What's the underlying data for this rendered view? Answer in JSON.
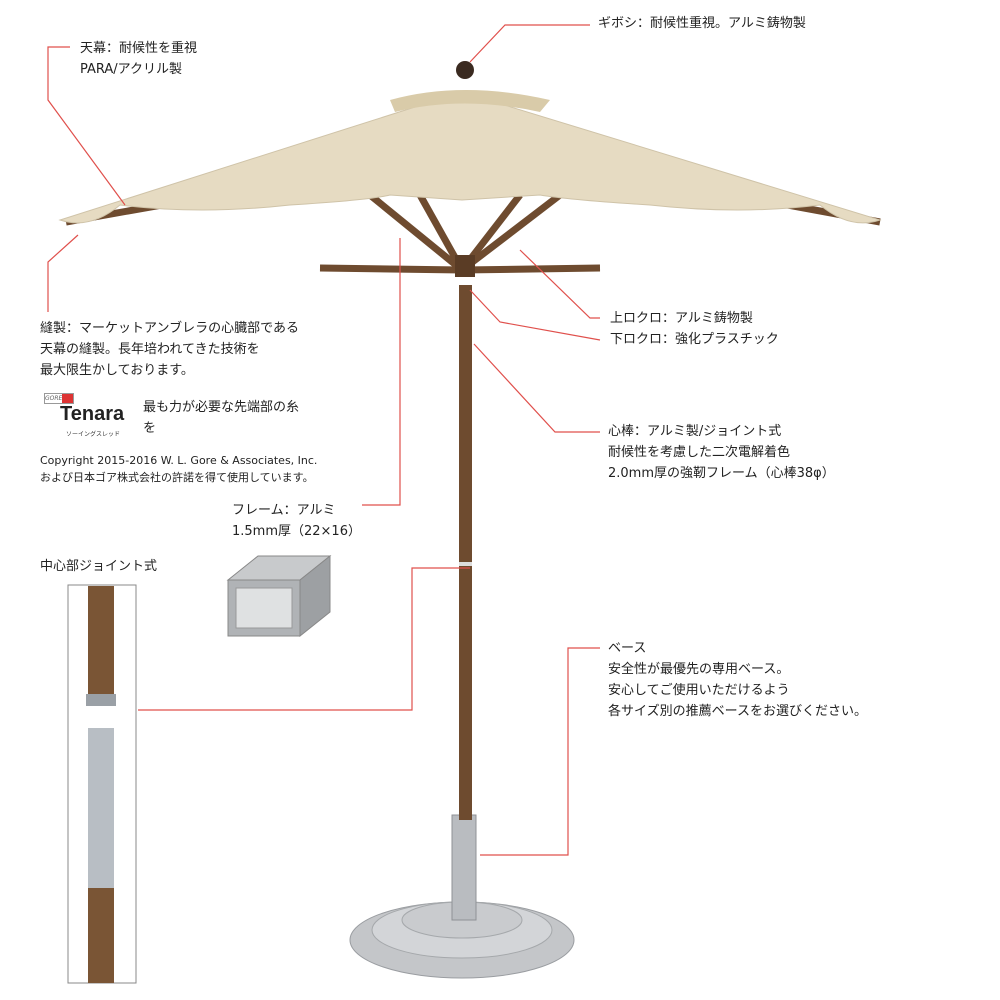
{
  "colors": {
    "leader": "#e0504c",
    "canopy": "#e6dbc2",
    "pole": "#6e4b2f",
    "base": "#c4c6c9"
  },
  "labels": {
    "canopy": [
      "天幕：耐候性を重視",
      "PARA/アクリル製"
    ],
    "finial": [
      "ギボシ：耐候性重視。アルミ鋳物製"
    ],
    "sewing": [
      "縫製：マーケットアンブレラの心臓部である",
      "天幕の縫製。長年培われてきた技術を",
      "最大限生かしております。"
    ],
    "tenara_text": [
      "最も力が必要な先端部の糸",
      "を"
    ],
    "tenara_logo": {
      "word": "Tenara",
      "sub": "ソーイングスレッド",
      "brand": "GORE"
    },
    "copyright": [
      "Copyright 2015-2016 W. L. Gore & Associates, Inc.",
      "および日本ゴア株式会社の許諾を得て使用しています。"
    ],
    "hub": [
      "上ロクロ：アルミ鋳物製",
      "下ロクロ：強化プラスチック"
    ],
    "pole": [
      "心棒：アルミ製/ジョイント式",
      "耐候性を考慮した二次電解着色",
      "2.0mm厚の強靭フレーム（心棒38φ）"
    ],
    "frame": [
      "フレーム：アルミ",
      "1.5mm厚（22×16）"
    ],
    "joint": [
      "中心部ジョイント式"
    ],
    "base": [
      "ベース",
      "安全性が最優先の専用ベース。",
      "安心してご使用いただけるよう",
      "各サイズ別の推薦ベースをお選びください。"
    ]
  }
}
